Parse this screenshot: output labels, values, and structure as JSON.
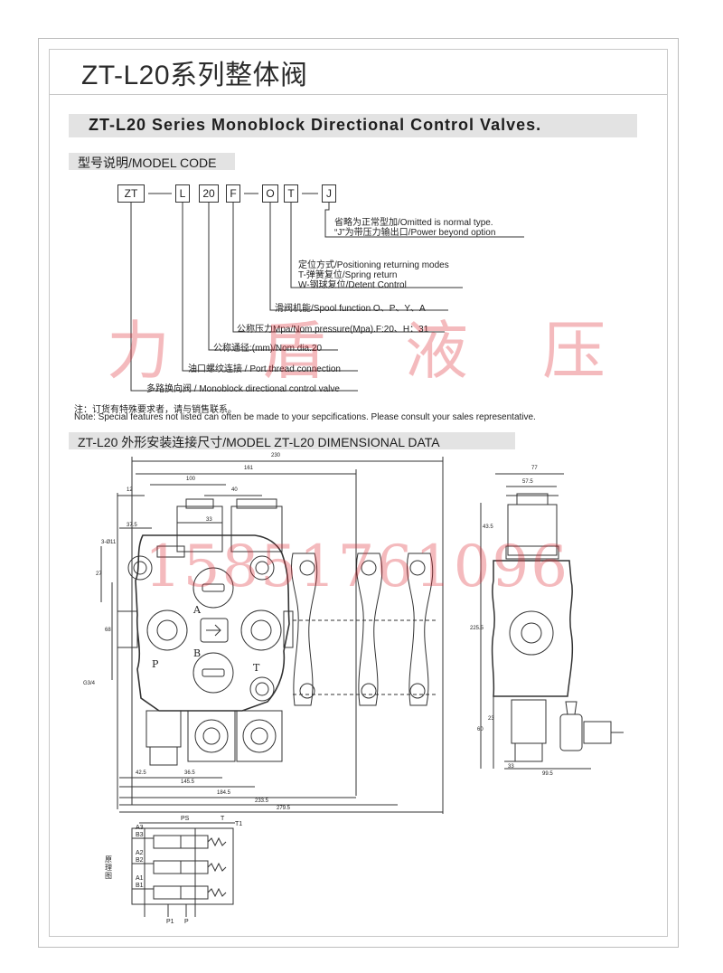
{
  "title": "ZT-L20系列整体阀",
  "banner": "ZT-L20 Series Monoblock Directional Control Valves.",
  "model_section": {
    "heading": "型号说明/MODEL CODE",
    "code_boxes": [
      "ZT",
      "L",
      "20",
      "F",
      "O",
      "T",
      "J"
    ],
    "separator": "—",
    "descriptions": [
      "省略为正常型加/Omitted is normal type.",
      "“J”为带压力输出口/Power beyond option",
      "定位方式/Positioning returning modes",
      "T-弹簧复位/Spring return",
      "W-钢球复位/Detent Control",
      "滑阀机能/Spool function O、P、Y、A",
      "公称压力Mpa/Nom.pressure(Mpa).F:20、H：31",
      "公称通径:(mm)/Nom.dia.20",
      "油口螺纹连接 / Port thread connection",
      "多路换向阀  / Monoblock directional control valve"
    ]
  },
  "note": {
    "cn": "注：订货有特殊要求者，请与销售联系。",
    "en": "Note: Special features not listed can often be made to your sepcifications. Please consult your sales representative."
  },
  "dimensional": {
    "heading": "ZT-L20 外形安装连接尺寸/MODEL ZT-L20 DIMENSIONAL DATA",
    "dims": [
      "230",
      "161",
      "100",
      "40",
      "12",
      "33",
      "37.5",
      "3-Ø11",
      "27",
      "68",
      "G3/4",
      "42.5",
      "36.5",
      "145.5",
      "184.5",
      "233.5",
      "279.5",
      "77",
      "57.5",
      "43.5",
      "225.5",
      "23",
      "60",
      "33",
      "99.5"
    ],
    "port_labels": [
      "A",
      "B",
      "P",
      "T"
    ],
    "schematic_labels": [
      "PS",
      "T",
      "T1",
      "A3",
      "B3",
      "A2",
      "B2",
      "A1",
      "B1",
      "P1",
      "P"
    ],
    "schematic_caption": "原理图"
  },
  "watermark": {
    "chars": [
      "力",
      "盾",
      "液",
      "压"
    ],
    "phone": "15851761096"
  },
  "colors": {
    "watermark": "#dc2832",
    "banner_bg": "#e3e3e3",
    "line": "#333333"
  }
}
